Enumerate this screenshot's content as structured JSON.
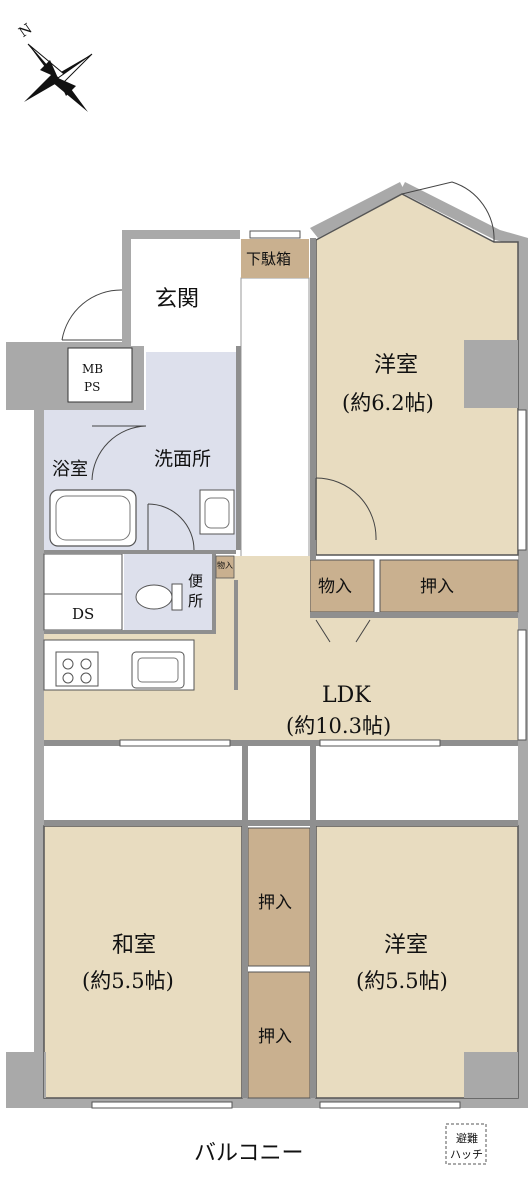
{
  "compass": {
    "north_label": "N",
    "icon": "compass-rose-icon"
  },
  "colors": {
    "wall": "#a9a9a9",
    "room_tan": "#e8dcc0",
    "storage_brown": "#c9b08f",
    "wet_area_blue": "#dde0ec",
    "white": "#ffffff",
    "line": "#333333"
  },
  "rooms": {
    "genkan": "玄関",
    "getabako": "下駄箱",
    "mbps_line1": "MB",
    "mbps_line2": "PS",
    "bath": "浴室",
    "washroom": "洗面所",
    "toilet_line1": "便",
    "toilet_line2": "所",
    "ds": "DS",
    "monoire_small": "物入",
    "western_top_name": "洋室",
    "western_top_size": "(約6.2帖)",
    "monoire": "物入",
    "oshiire_top": "押入",
    "ldk_name": "LDK",
    "ldk_size": "(約10.3帖)",
    "japanese_name": "和室",
    "japanese_size": "(約5.5帖)",
    "oshiire_mid1": "押入",
    "oshiire_mid2": "押入",
    "western_bottom_name": "洋室",
    "western_bottom_size": "(約5.5帖)",
    "balcony": "バルコニー",
    "hatch_line1": "避難",
    "hatch_line2": "ハッチ"
  }
}
